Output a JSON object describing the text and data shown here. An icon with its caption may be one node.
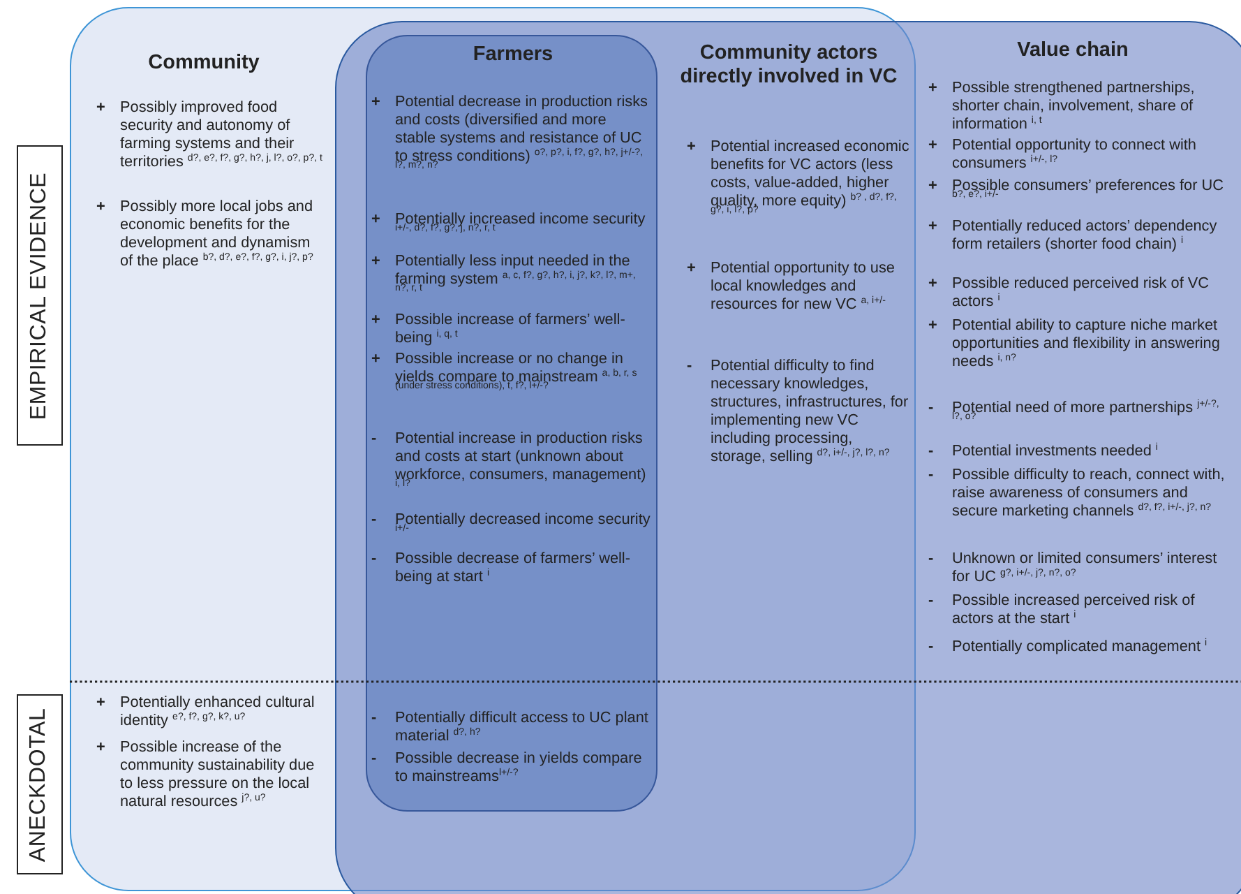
{
  "diagram": {
    "nodes": [
      {
        "text": [
          "EMPIRICAL EVIDENCE"
        ]
      },
      {
        "text": [
          "ANECKDOTAL"
        ]
      },
      {
        "text": [
          "Community",
          "+ Possibly improved food security and autonomy of farming systems and their territories $^{d?, e?, f?, g?, h?, j, l?, o?, p?, t}$",
          "+ Possibly more local jobs and economic benefits for the development and dynamism of the place $^{b?, d?, e?, f?, g?, i, j?, p?}$",
          "+ Potentially enhanced cultural identity $^{e?, f?, g?, k?, u?}$",
          "+ Possible increase of the community sustainability due to less pressure on the local natural resources $^{j?, u?}$"
        ]
      },
      {
        "text": [
          "Farmers",
          "+ Potential decrease in production risks and costs (diversified and more stable systems and resistance of UC to stress conditions) $^{o?, p?, i, f?, g?, h?, j+/-?, l?, m?, n?}$",
          "+ Potentially increased income security $^{i+/-, d?, f?, g?, j, n?, r, t}$",
          "+ Potentially less input needed in the farming system $^{a, c, f?, g?, h?, i, j?, k?, l?, m+, n?, r, t}$",
          "+ Possible increase of farmers’ well-being $^{i, q, t}$",
          "+ Possible increase or no change in yields compare to mainstream $^{a, b, r, s (under stress conditions), t, f?, l+/-?}$",
          "- Potential increase in production risks and costs at start (unknown about workforce, consumers, management) $^{i, l?}$",
          "- Potentially decreased income security $^{i+/-}$",
          "- Possible decrease of farmers’ well-being at start $^{i}$",
          "- Potentially difficult access to UC plant material $^{d?, h?}$",
          "- Possible decrease in yields compare to mainstreams$^{l+/-?}$"
        ]
      },
      {
        "text": [
          "Value chain",
          "+ Possible strengthened partnerships, shorter chain, involvement, share of information $^{i, t}$",
          "+ Potential opportunity to connect with consumers $^{i+/-, l?}$",
          "+ Possible consumers’ preferences for UC $^{b?, e?, i+/-}$",
          "+ Potentially reduced actors’ dependency form retailers (shorter food chain) $^{i}$",
          "+ Possible reduced perceived risk of VC actors $^{i}$",
          "+ Potential ability to capture niche market opportunities and flexibility in answering needs $^{i, n?}$",
          "- Potential need of more partnerships $^{j+/-?, l?, o?}$",
          "- Potential investments needed $^{i}$",
          "- Possible difficulty to reach, connect with, raise awareness of consumers and secure marketing channels $^{d?, f?, i+/-, j?, n?}$",
          "- Unknown or limited consumers’ interest for UC $^{g?, i+/-, j?, n?, o?}$",
          "- Possible increased perceived risk of actors at the start $^{i}$",
          "- Potentially complicated management $^{i}$"
        ]
      }
    ],
    "labels": [
      "Community actors directly involved in VC",
      "+ Potential increased economic benefits for VC actors (less costs, value-added, higher quality, more equity) $^{b? , d?, f?, g?, i, l?, p?}$",
      "+ Potential opportunity to use local knowledges and resources for new VC $^{a,  i+/-}$",
      "- Potential difficulty to find necessary knowledges, structures, infrastructures, for implementing new VC including processing, storage, selling $^{d?, i+/-, j?, l?, n?}$"
    ]
  }
}
